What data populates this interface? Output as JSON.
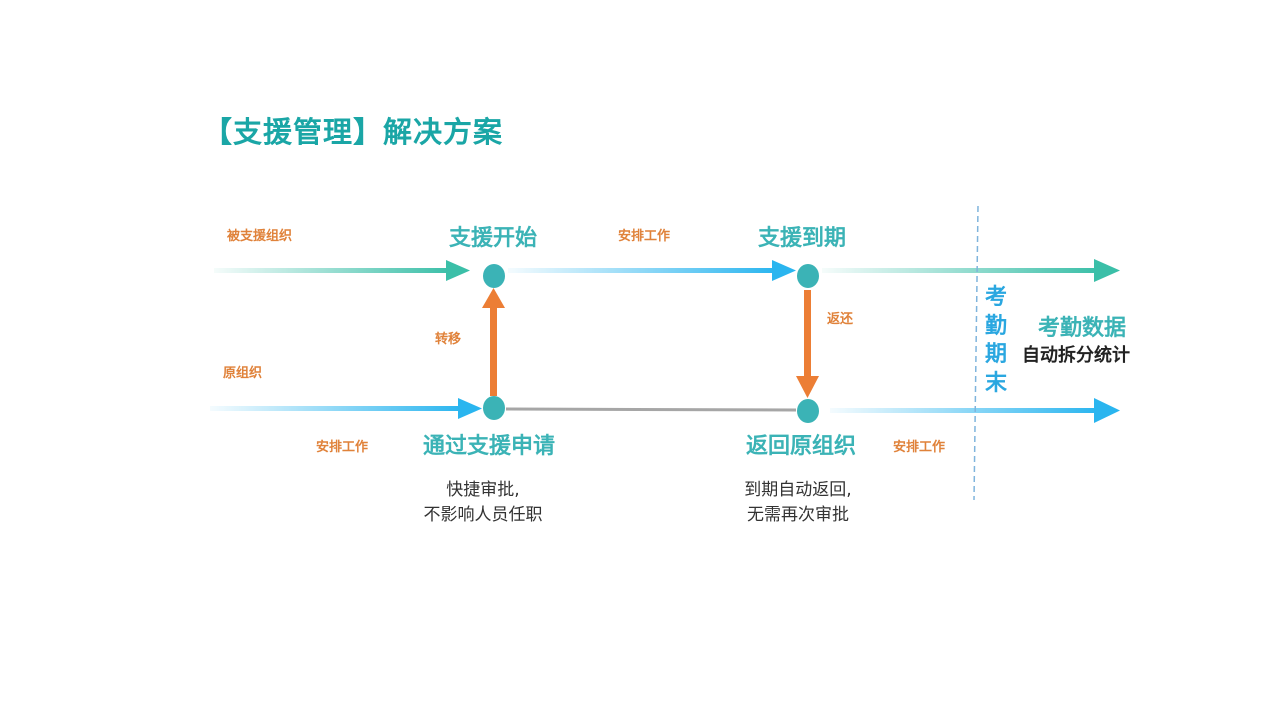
{
  "title": "【支援管理】解决方案",
  "rows": {
    "top": "被支援组织",
    "bottom": "原组织"
  },
  "arrows": {
    "arrange_work_top": "安排工作",
    "arrange_work_bottom_left": "安排工作",
    "arrange_work_bottom_right": "安排工作",
    "transfer": "转移",
    "return": "返还"
  },
  "nodes": {
    "support_start": "支援开始",
    "support_expire": "支援到期",
    "pass_application": "通过支援申请",
    "return_origin": "返回原组织"
  },
  "notes": {
    "pass_line1": "快捷审批,",
    "pass_line2": "不影响人员任职",
    "return_line1": "到期自动返回,",
    "return_line2": "无需再次审批"
  },
  "period_end": {
    "chars": [
      "考",
      "勤",
      "期",
      "末"
    ]
  },
  "attendance": {
    "title": "考勤数据",
    "subtitle": "自动拆分统计"
  },
  "colors": {
    "teal": "#3bb3b6",
    "blue": "#2ab5ef",
    "orange": "#ec7e35",
    "gray_line": "#a6a6a6",
    "dashed": "#7fb4dc"
  }
}
